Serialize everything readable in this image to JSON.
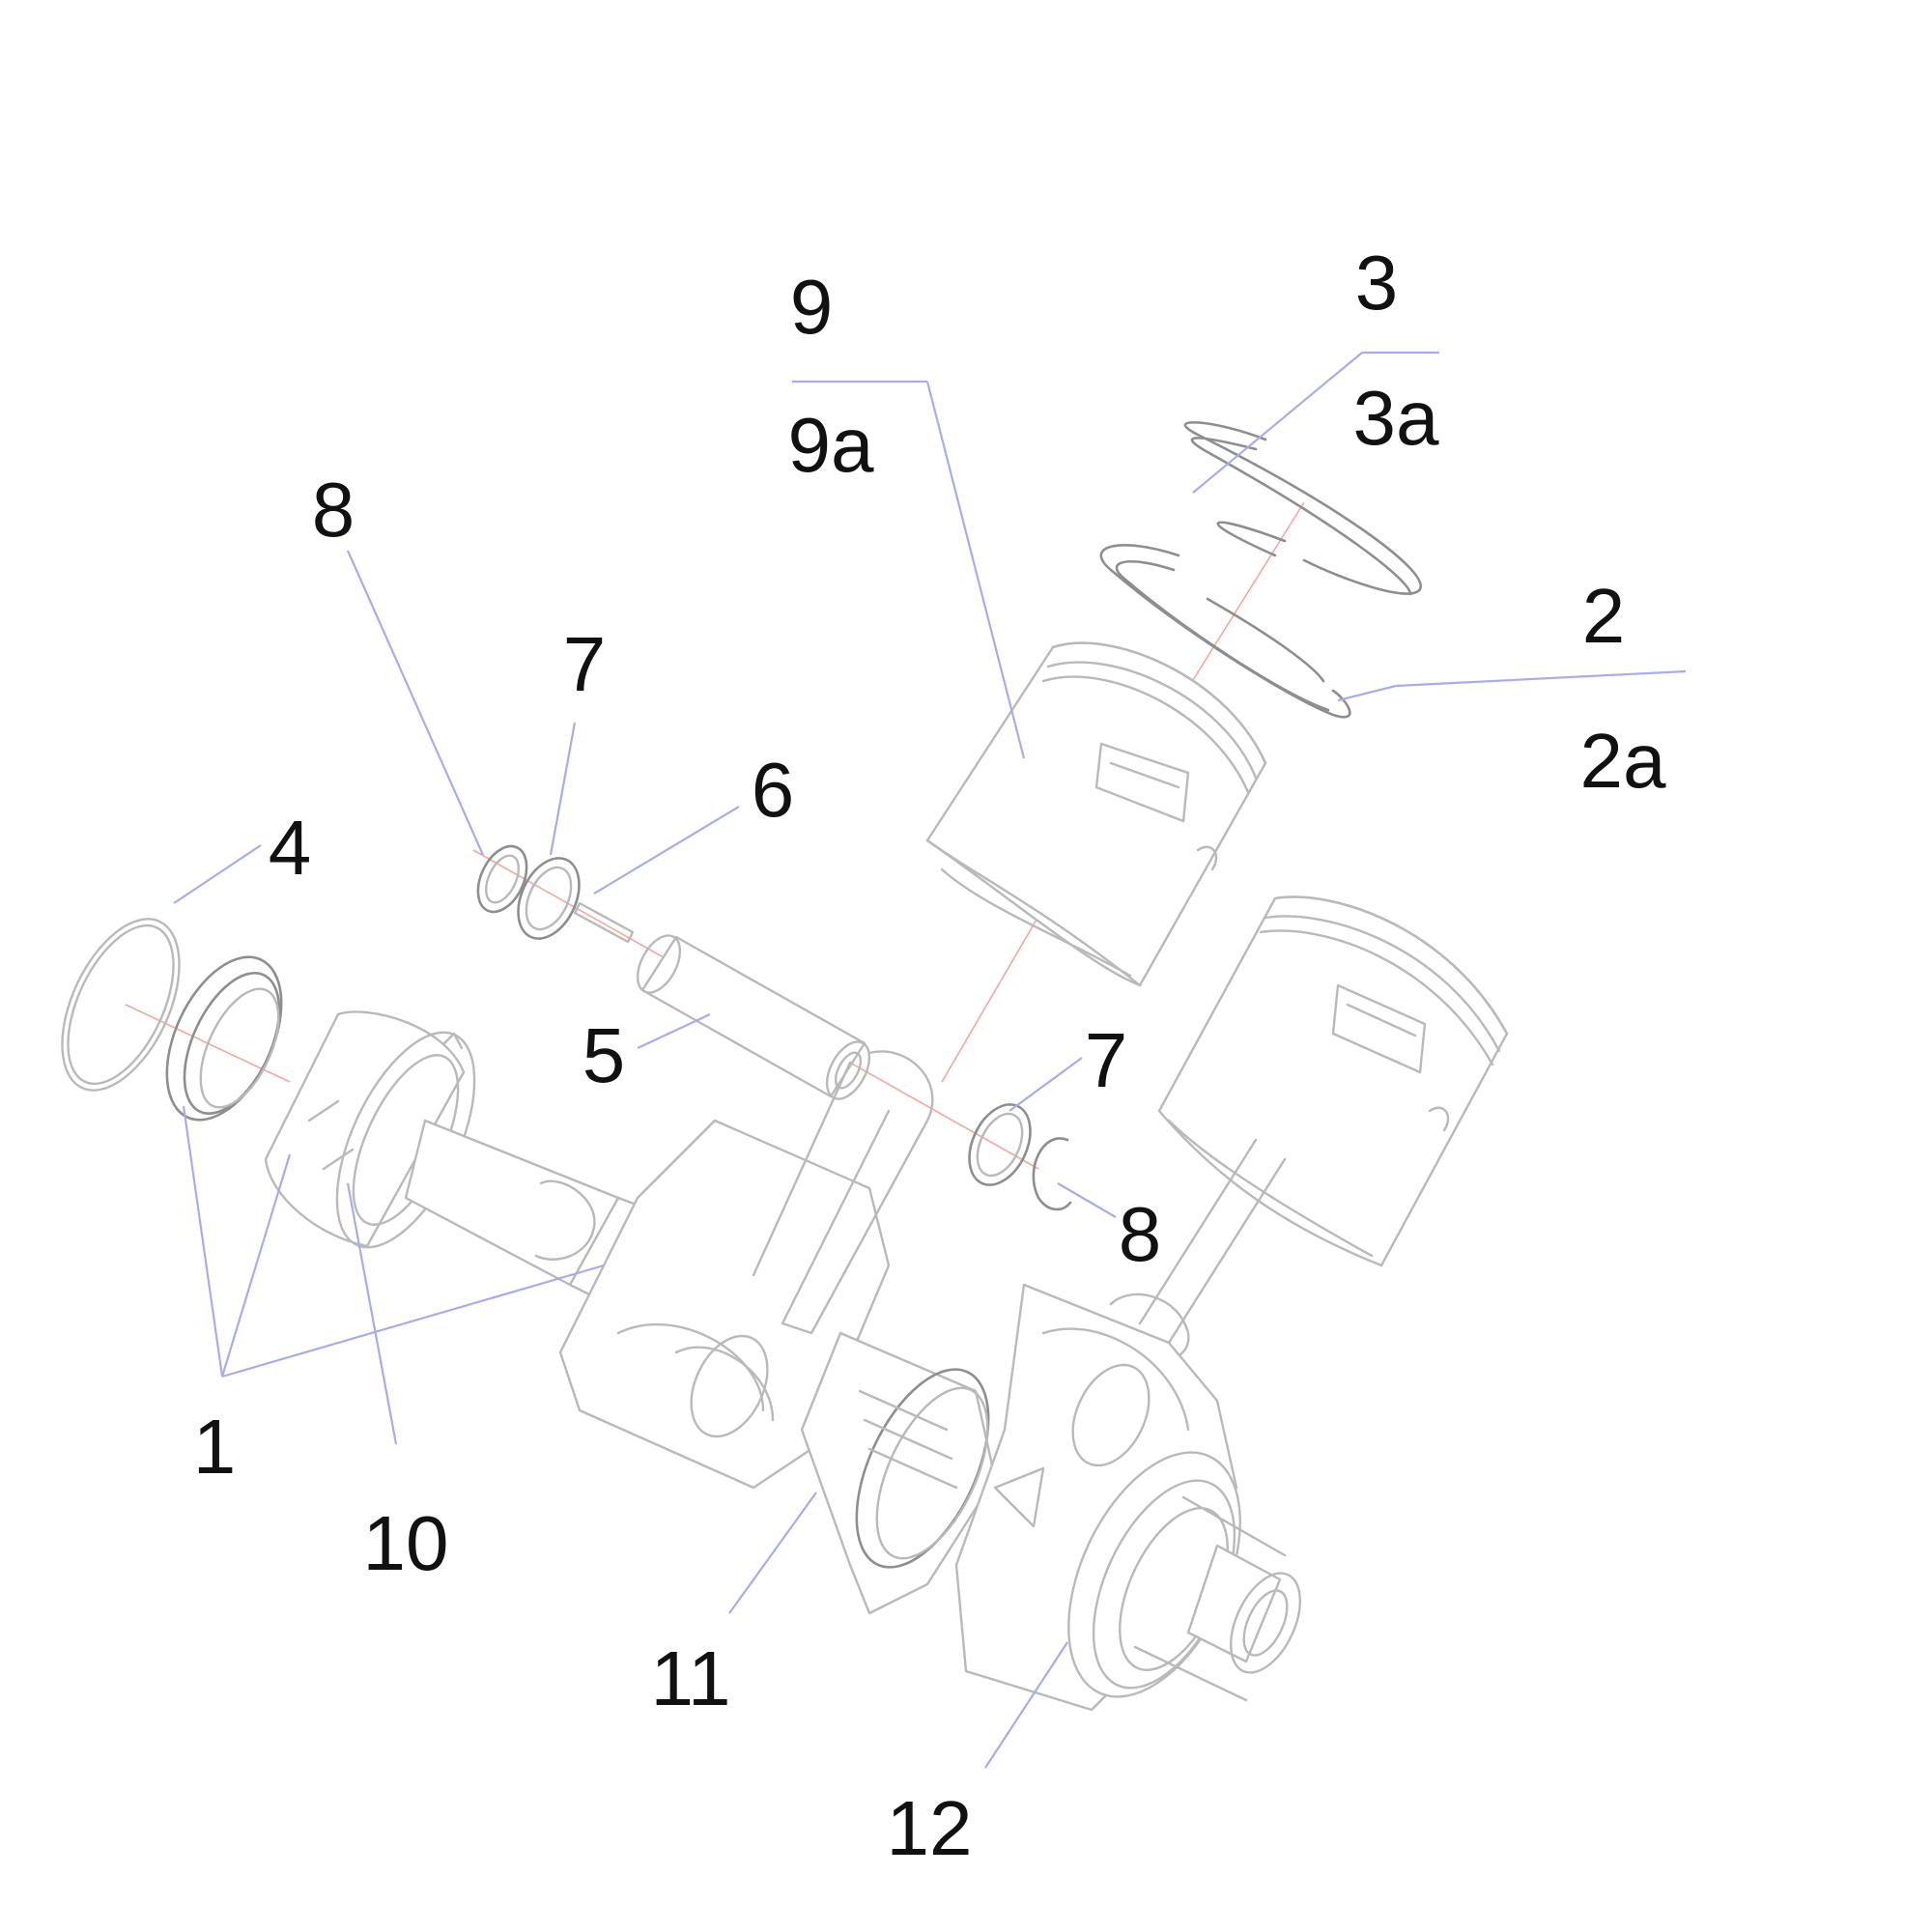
{
  "callouts": {
    "c1": "1",
    "c2": "2",
    "c2a": "2a",
    "c3": "3",
    "c3a": "3a",
    "c4": "4",
    "c5": "5",
    "c6": "6",
    "c7_upper": "7",
    "c7_lower": "7",
    "c8_upper": "8",
    "c8_lower": "8",
    "c9": "9",
    "c9a": "9a",
    "c10": "10",
    "c11": "11",
    "c12": "12"
  },
  "colors": {
    "leader_line": "#a8acec",
    "center_axis": "#f2a7a0",
    "part_outline": "#b9b9b9",
    "label_text": "#111111"
  }
}
